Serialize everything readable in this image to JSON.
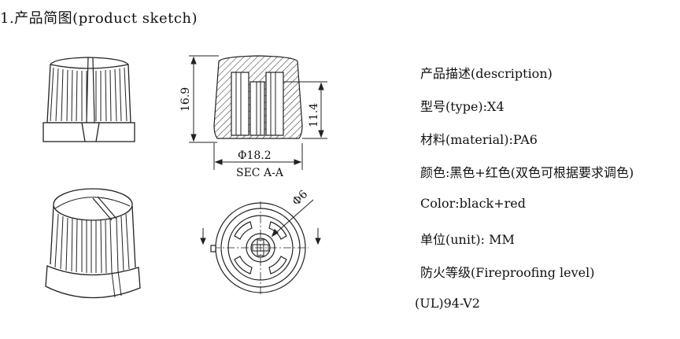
{
  "title": "1.产品简图(product sketch)",
  "drawing": {
    "height_dim": "16.9",
    "inner_height_dim": "11.4",
    "diameter_dim": "Φ18.2",
    "section_label": "SEC A-A",
    "shaft_dim": "Φ6"
  },
  "specs": {
    "description": "产品描述(description)",
    "type": "型号(type):X4",
    "material": "材料(material):PA6",
    "color_cn": "颜色:黑色+红色(双色可根据要求调色)",
    "color_en": "Color:black+red",
    "unit": "单位(unit): MM",
    "fireproof": "防火等级(Fireproofing level)",
    "fireproof_grade": "(UL)94-V2"
  }
}
